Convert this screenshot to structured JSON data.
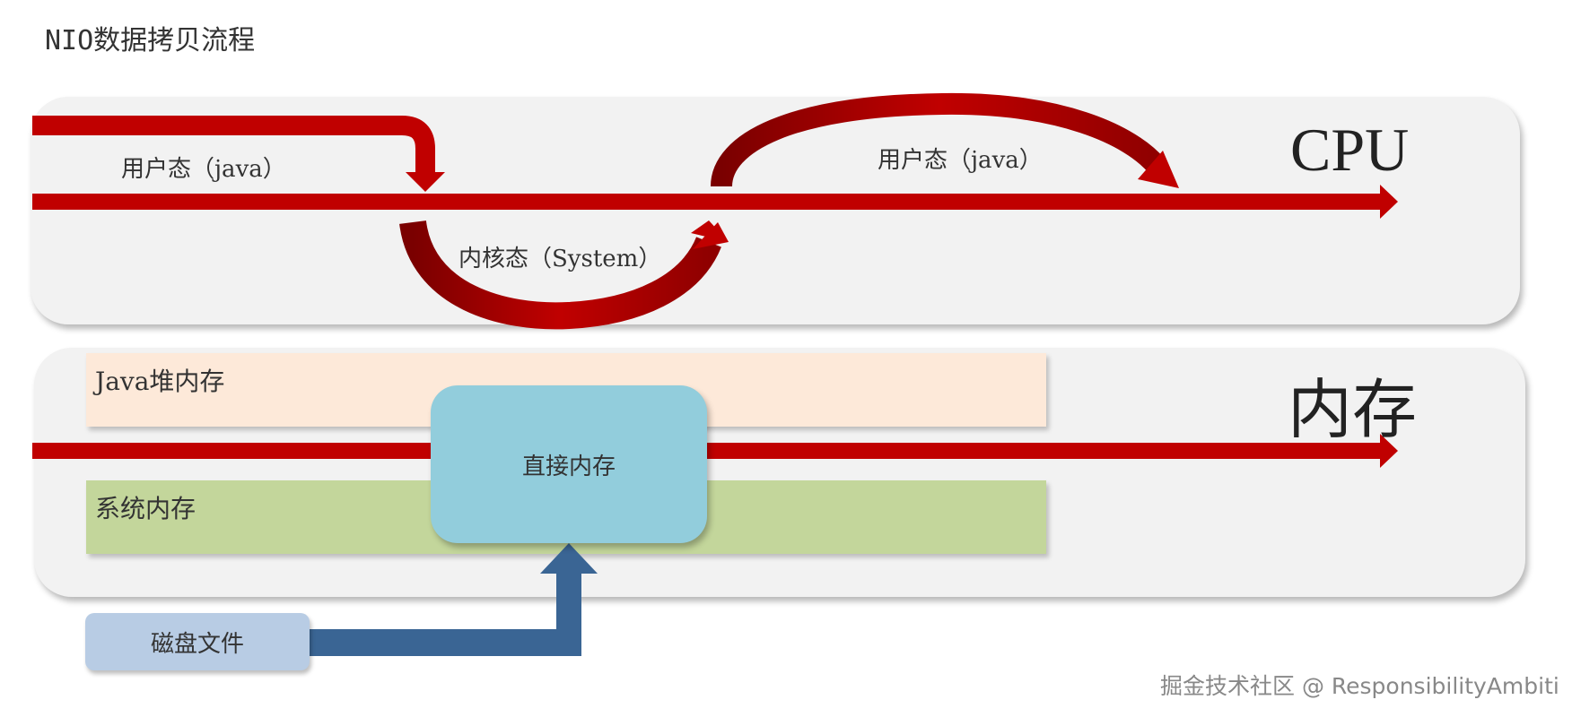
{
  "title": "NIO数据拷贝流程",
  "cpu_panel": {
    "label": "CPU",
    "user_mode_left": "用户态（java）",
    "user_mode_right": "用户态（java）",
    "kernel_mode": "内核态（System）"
  },
  "memory_panel": {
    "label": "内存",
    "java_heap": "Java堆内存",
    "system_memory": "系统内存",
    "direct_memory": "直接内存"
  },
  "disk_file": "磁盘文件",
  "watermark": "掘金技术社区 @ ResponsibilityAmbiti",
  "colors": {
    "flow_arrow": "#c00000",
    "disk_arrow": "#3a6594",
    "panel": "#f2f2f2",
    "java_heap": "#fde9d9",
    "system_memory": "#c3d69b",
    "direct_memory": "#92cddc",
    "disk_file": "#b8cce4"
  }
}
